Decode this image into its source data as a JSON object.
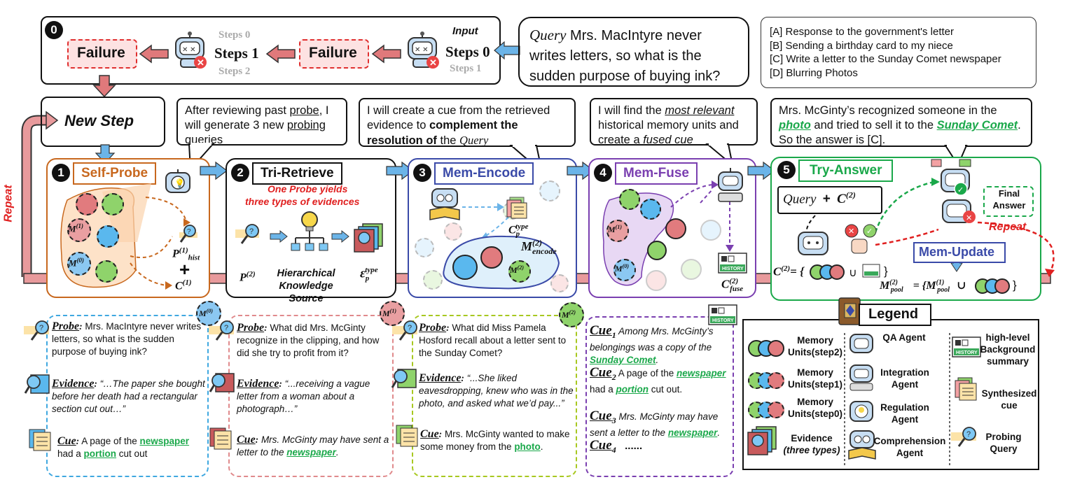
{
  "top": {
    "step_zero_number": "0",
    "failure_label": "Failure",
    "steps_faded_top": "Steps 0",
    "steps_main": "Steps 1",
    "steps_faded_bottom": "Steps 2",
    "input_label": "Input",
    "steps0_main": "Steps 0",
    "steps1_faded": "Steps 1",
    "query_symbol": "Query",
    "query_text": "Mrs. MacIntyre never writes letters, so what is the sudden purpose of buying ink?",
    "options": [
      "[A] Response to the government's letter",
      "[B] Sending a birthday card to my niece",
      "[C] Write a letter to the Sunday Comet newspaper",
      "[D] Blurring Photos"
    ]
  },
  "new_step": "New Step",
  "repeat_left": "Repeat",
  "bubbles": {
    "b1_pre": "After reviewing past ",
    "b1_probe": "probe",
    "b1_mid": ", I will generate 3 new ",
    "b1_probing": "probing queries",
    "b2_pre": "I will create a cue from the retrieved evidence to ",
    "b2_bold": "complement the resolution of",
    "b2_the": " the ",
    "b2_query": "Query",
    "b3_pre": "I will find the ",
    "b3_rel": "most relevant",
    "b3_mid": " historical  memory units and create a ",
    "b3_fused": "fused cue",
    "b4_pre": "Mrs. McGinty’s recognized someone in the ",
    "b4_photo": "photo",
    "b4_mid": " and tried to sell it to the ",
    "b4_sunday": "Sunday Comet",
    "b4_end": ". So the answer is [C]."
  },
  "stages": [
    {
      "num": "1",
      "title": "Self-Probe"
    },
    {
      "num": "2",
      "title": "Tri-Retrieve"
    },
    {
      "num": "3",
      "title": "Mem-Encode"
    },
    {
      "num": "4",
      "title": "Mem-Fuse"
    },
    {
      "num": "5",
      "title": "Try-Answer"
    }
  ],
  "stage1": {
    "m1": "M",
    "m0": "M",
    "p_hist": "P",
    "plus": "+",
    "c1": "C"
  },
  "stage2": {
    "red_line1": "One Probe yields",
    "red_line2": "three types of evidences",
    "p2": "P",
    "hks_line1": "Hierarchical",
    "hks_line2": "Knowledge Source",
    "eps": "ε"
  },
  "stage3": {
    "cp": "C",
    "m_encode": "M"
  },
  "stage4": {
    "m1": "M",
    "m0": "M",
    "c_fuse": "C",
    "history": "HISTORY"
  },
  "stage5": {
    "query_c2": "Query",
    "plus": "+",
    "c2": "C",
    "final_answer": "Final Answer",
    "repeat": "Repeat",
    "mem_update": "Mem-Update",
    "c2_set": "C",
    "m_pool": "M"
  },
  "bottom": {
    "col1": {
      "probe_label": "Probe",
      "probe_text": "Mrs. MacIntyre never writes letters, so what is the sudden purpose of buying ink?",
      "evidence_label": "Evidence",
      "evidence_text": "“…The paper she bought before her death had a rectangular section cut out…”",
      "cue_label": "Cue",
      "cue_pre": "A page of the ",
      "cue_news": "newspaper",
      "cue_mid": " had a ",
      "cue_portion": "portion",
      "cue_end": " cut out"
    },
    "col2": {
      "probe_label": "Probe",
      "probe_text": "What did Mrs. McGinty recognize in the clipping, and how did she try to profit from it?",
      "evidence_label": "Evidence",
      "evidence_text": "“...receiving a vague letter from a woman about a photograph…”",
      "cue_label": "Cue",
      "cue_pre": "Mrs. McGinty may have sent a letter to the ",
      "cue_news": "newspaper",
      "cue_end": "."
    },
    "col3": {
      "probe_label": "Probe",
      "probe_text": "What did Miss Pamela Hosford recall about a letter sent to the Sunday Comet?",
      "evidence_label": "Evidence",
      "evidence_text": "“...She liked eavesdropping, knew who was in the photo, and asked what we’d pay...”",
      "cue_label": "Cue",
      "cue_pre": "Mrs. McGinty wanted to make some money from the ",
      "cue_photo": "photo",
      "cue_end": "."
    },
    "col4": {
      "cue1": "Cue",
      "cue1_text_pre": "Among Mrs. McGinty’s belongings was a copy of the ",
      "cue1_link": "Sunday Comet",
      "cue1_end": ".",
      "cue2": "Cue",
      "cue2_text_pre": "A page of the ",
      "cue2_news": "newspaper",
      "cue2_mid": " had a ",
      "cue2_portion": "portion",
      "cue2_end": " cut out.",
      "cue3": "Cue",
      "cue3_text_pre": "Mrs. McGinty may have sent a letter to the ",
      "cue3_news": "newspaper",
      "cue3_end": ".",
      "cue4": "Cue",
      "cue4_dots": "......"
    }
  },
  "legend": {
    "title": "Legend",
    "items": [
      "Memory Units(step2)",
      "Memory Units(step1)",
      "Memory Units(step0)",
      "Evidence",
      "(three types)",
      "QA Agent",
      "Integration Agent",
      "Regulation Agent",
      "Comprehension Agent",
      "high-level Background summary",
      "Synthesized cue",
      "Probing Query"
    ]
  },
  "colors": {
    "orange": "#c8681e",
    "blue_border": "#3a4aa8",
    "purple": "#7a3fb0",
    "green": "#1aa84a",
    "pink": "#e0797b",
    "arrow_blue": "#6bb4e8",
    "red_dot": "#e17b7e",
    "blue_dot": "#5ab8ee",
    "green_dot": "#8fd36b"
  }
}
